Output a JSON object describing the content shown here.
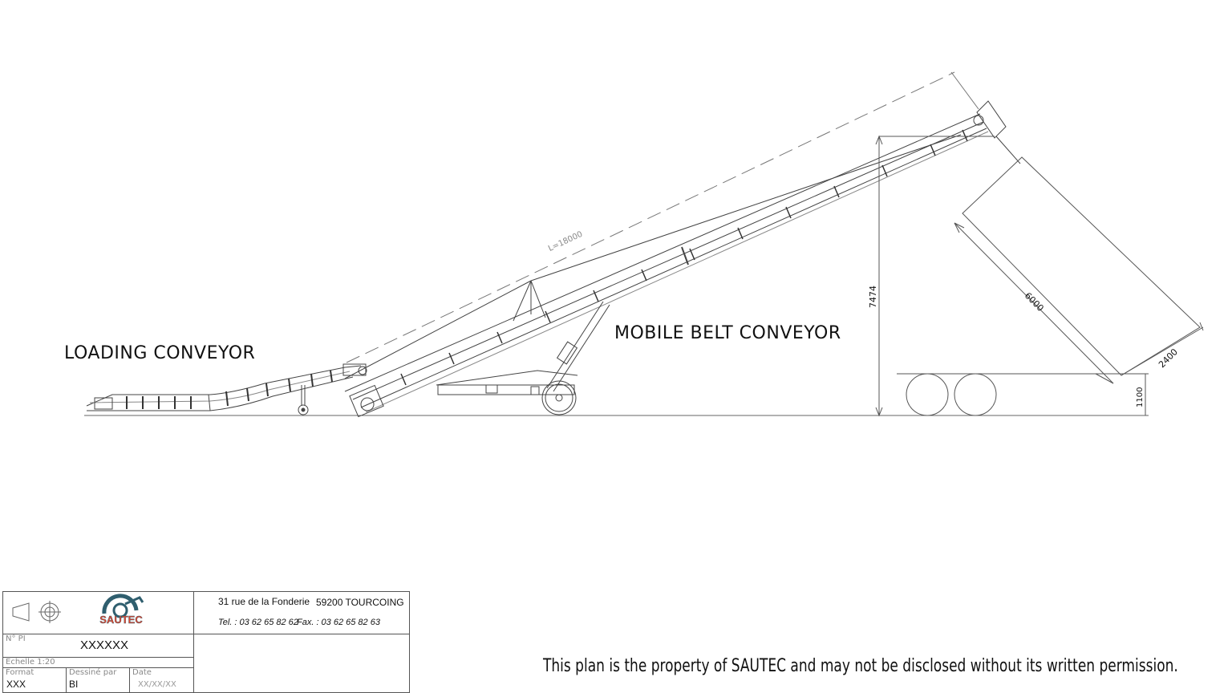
{
  "labels": {
    "loading_conveyor": "LOADING CONVEYOR",
    "mobile_belt_conveyor": "MOBILE BELT CONVEYOR"
  },
  "dimensions": {
    "length": "L=18000",
    "height": "7474",
    "body_length": "6000",
    "body_width": "2400",
    "deck_height": "1100"
  },
  "title_block": {
    "company": "SAUTEC",
    "address": "31 rue de la Fonderie",
    "city": "59200 TOURCOING",
    "tel": "Tel. : 03 62 65 82 62",
    "fax": "Fax. : 03 62 65 82 63",
    "pi_label": "N° PI",
    "pi_value": "XXXXXX",
    "scale_label": "Echelle 1:20",
    "format_label": "Format",
    "format_value": "XXX",
    "drawn_label": "Dessiné par",
    "drawn_value": "BI",
    "date_label": "Date",
    "date_value": "XX/XX/XX"
  },
  "notice": "This plan is the property of SAUTEC and may not be disclosed without its written permission."
}
